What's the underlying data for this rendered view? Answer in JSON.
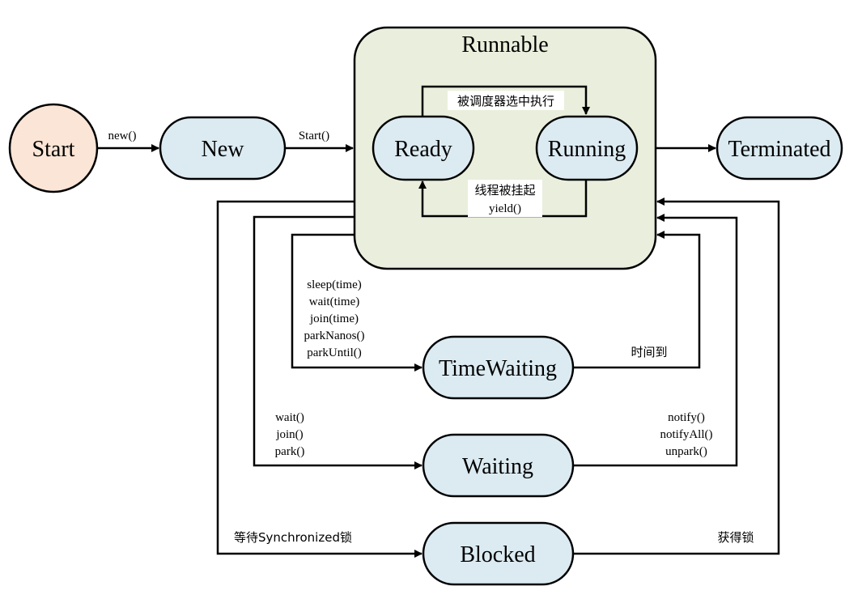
{
  "colors": {
    "state_fill": "#dcebf2",
    "start_fill": "#fbe5d6",
    "group_fill": "#e9efdc",
    "stroke": "#000000"
  },
  "nodes": {
    "start": "Start",
    "new": "New",
    "runnable": "Runnable",
    "ready": "Ready",
    "running": "Running",
    "terminated": "Terminated",
    "timewaiting": "TimeWaiting",
    "waiting": "Waiting",
    "blocked": "Blocked"
  },
  "edges": {
    "start_to_new": "new()",
    "new_to_runnable": "Start()",
    "ready_to_running": "被调度器选中执行",
    "running_to_ready": [
      "线程被挂起",
      "yield()"
    ],
    "runnable_to_timewaiting": [
      "sleep(time)",
      "wait(time)",
      "join(time)",
      "parkNanos()",
      "parkUntil()"
    ],
    "timewaiting_to_runnable": "时间到",
    "runnable_to_waiting": [
      "wait()",
      "join()",
      "park()"
    ],
    "waiting_to_runnable": [
      "notify()",
      "notifyAll()",
      "unpark()"
    ],
    "runnable_to_blocked": "等待Synchronized锁",
    "blocked_to_runnable": "获得锁"
  }
}
